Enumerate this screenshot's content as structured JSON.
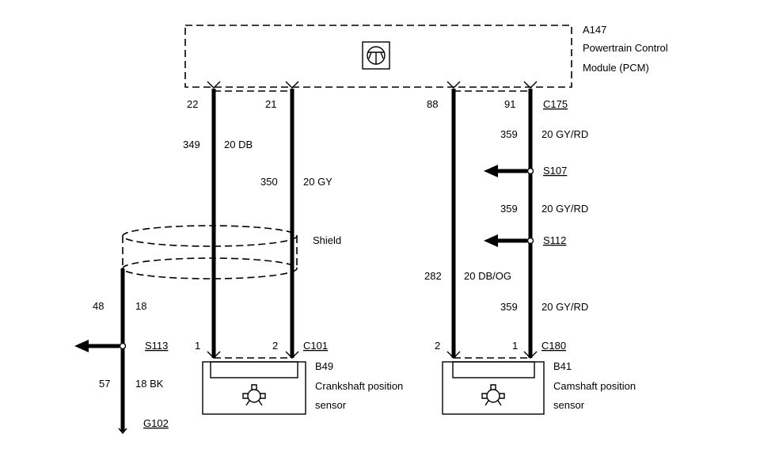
{
  "pcm": {
    "ref": "A147",
    "name_line1": "Powertrain Control",
    "name_line2": "Module (PCM)",
    "icon": "pcm-module-icon"
  },
  "pins": {
    "p22": "22",
    "p21": "21",
    "p88": "88",
    "p91": "91"
  },
  "connectors": {
    "c175": "C175",
    "c101": "C101",
    "c180": "C180"
  },
  "circuits": {
    "c349": "349",
    "c349_spec": "20 DB",
    "c350": "350",
    "c350_spec": "20 GY",
    "c359a": "359",
    "c359a_spec": "20 GY/RD",
    "c359b": "359",
    "c359b_spec": "20 GY/RD",
    "c359c": "359",
    "c359c_spec": "20 GY/RD",
    "c282": "282",
    "c282_spec": "20 DB/OG",
    "c48": "48",
    "c48_spec": "18",
    "c57": "57",
    "c57_spec": "18 BK"
  },
  "splices": {
    "s107": "S107",
    "s112": "S112",
    "s113": "S113"
  },
  "ground": {
    "g102": "G102"
  },
  "shield": {
    "label": "Shield"
  },
  "crank_sensor": {
    "ref": "B49",
    "line1": "Crankshaft position",
    "line2": "sensor",
    "pin1": "1",
    "pin2": "2",
    "icon": "gear-sensor-icon"
  },
  "cam_sensor": {
    "ref": "B41",
    "line1": "Camshaft position",
    "line2": "sensor",
    "pin2": "2",
    "pin1": "1",
    "icon": "gear-sensor-icon"
  }
}
